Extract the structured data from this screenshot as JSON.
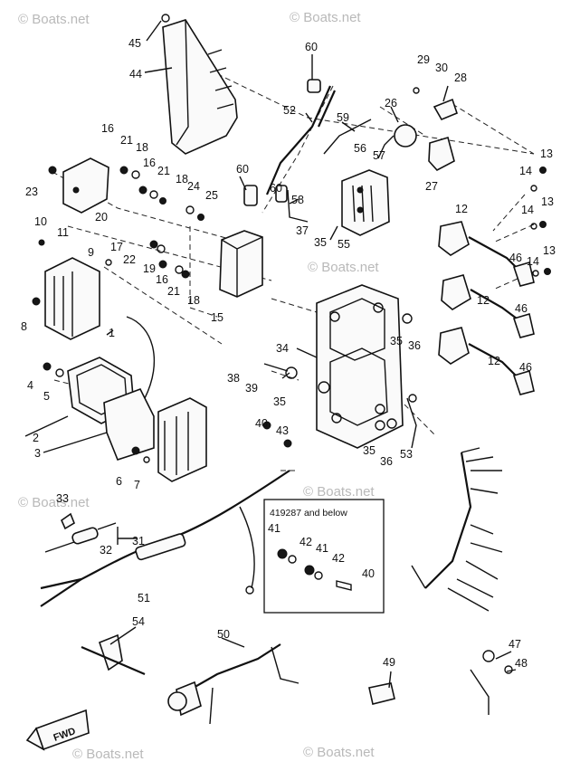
{
  "watermark": "© Boats.net",
  "inset_note": "419287 and below",
  "direction_label": "FWD",
  "callouts": [
    {
      "id": "c45",
      "text": "45"
    },
    {
      "id": "c44",
      "text": "44"
    },
    {
      "id": "c60a",
      "text": "60"
    },
    {
      "id": "c29",
      "text": "29"
    },
    {
      "id": "c30",
      "text": "30"
    },
    {
      "id": "c28",
      "text": "28"
    },
    {
      "id": "c52",
      "text": "52"
    },
    {
      "id": "c26",
      "text": "26"
    },
    {
      "id": "c59",
      "text": "59"
    },
    {
      "id": "c56",
      "text": "56"
    },
    {
      "id": "c57",
      "text": "57"
    },
    {
      "id": "c27",
      "text": "27"
    },
    {
      "id": "c16a",
      "text": "16"
    },
    {
      "id": "c21a",
      "text": "21"
    },
    {
      "id": "c18a",
      "text": "18"
    },
    {
      "id": "c16b",
      "text": "16"
    },
    {
      "id": "c21b",
      "text": "21"
    },
    {
      "id": "c60b",
      "text": "60"
    },
    {
      "id": "c60c",
      "text": "60"
    },
    {
      "id": "c13a",
      "text": "13"
    },
    {
      "id": "c14a",
      "text": "14"
    },
    {
      "id": "c23",
      "text": "23"
    },
    {
      "id": "c20",
      "text": "20"
    },
    {
      "id": "c18b",
      "text": "18"
    },
    {
      "id": "c24",
      "text": "24"
    },
    {
      "id": "c25",
      "text": "25"
    },
    {
      "id": "c58",
      "text": "58"
    },
    {
      "id": "c55",
      "text": "55"
    },
    {
      "id": "c12a",
      "text": "12"
    },
    {
      "id": "c13b",
      "text": "13"
    },
    {
      "id": "c14b",
      "text": "14"
    },
    {
      "id": "c10",
      "text": "10"
    },
    {
      "id": "c11",
      "text": "11"
    },
    {
      "id": "c37",
      "text": "37"
    },
    {
      "id": "c35a",
      "text": "35"
    },
    {
      "id": "c9",
      "text": "9"
    },
    {
      "id": "c17",
      "text": "17"
    },
    {
      "id": "c22",
      "text": "22"
    },
    {
      "id": "c19",
      "text": "19"
    },
    {
      "id": "c16c",
      "text": "16"
    },
    {
      "id": "c21c",
      "text": "21"
    },
    {
      "id": "c18c",
      "text": "18"
    },
    {
      "id": "c15",
      "text": "15"
    },
    {
      "id": "c46a",
      "text": "46"
    },
    {
      "id": "c14c",
      "text": "14"
    },
    {
      "id": "c13c",
      "text": "13"
    },
    {
      "id": "c12b",
      "text": "12"
    },
    {
      "id": "c46b",
      "text": "46"
    },
    {
      "id": "c8",
      "text": "8"
    },
    {
      "id": "c1",
      "text": "1"
    },
    {
      "id": "c34",
      "text": "34"
    },
    {
      "id": "c35b",
      "text": "35"
    },
    {
      "id": "c36a",
      "text": "36"
    },
    {
      "id": "c12c",
      "text": "12"
    },
    {
      "id": "c46c",
      "text": "46"
    },
    {
      "id": "c38",
      "text": "38"
    },
    {
      "id": "c39",
      "text": "39"
    },
    {
      "id": "c4",
      "text": "4"
    },
    {
      "id": "c5",
      "text": "5"
    },
    {
      "id": "c35c",
      "text": "35"
    },
    {
      "id": "c2",
      "text": "2"
    },
    {
      "id": "c40a",
      "text": "40"
    },
    {
      "id": "c43",
      "text": "43"
    },
    {
      "id": "c3",
      "text": "3"
    },
    {
      "id": "c35d",
      "text": "35"
    },
    {
      "id": "c36b",
      "text": "36"
    },
    {
      "id": "c53",
      "text": "53"
    },
    {
      "id": "c6",
      "text": "6"
    },
    {
      "id": "c7",
      "text": "7"
    },
    {
      "id": "c33",
      "text": "33"
    },
    {
      "id": "c31",
      "text": "31"
    },
    {
      "id": "c32",
      "text": "32"
    },
    {
      "id": "c41a",
      "text": "41"
    },
    {
      "id": "c42a",
      "text": "42"
    },
    {
      "id": "c41b",
      "text": "41"
    },
    {
      "id": "c42b",
      "text": "42"
    },
    {
      "id": "c40b",
      "text": "40"
    },
    {
      "id": "c51",
      "text": "51"
    },
    {
      "id": "c54",
      "text": "54"
    },
    {
      "id": "c50",
      "text": "50"
    },
    {
      "id": "c47",
      "text": "47"
    },
    {
      "id": "c48",
      "text": "48"
    },
    {
      "id": "c49",
      "text": "49"
    }
  ]
}
